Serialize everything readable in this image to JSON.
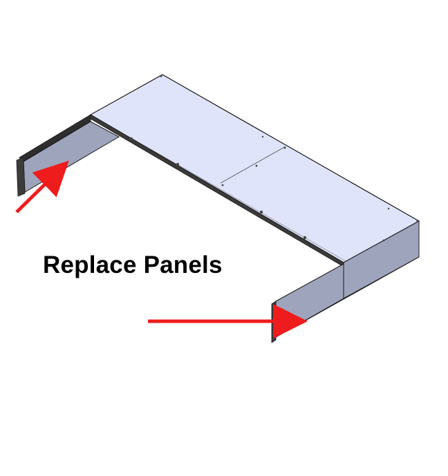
{
  "caption": "Replace Panels",
  "colors": {
    "top_panel": "#dfe4fb",
    "side_panel": "#9ea4bb",
    "edge": "#1a1a1a",
    "arrow": "#ee1c1c"
  },
  "parts": {
    "top_cover": "top-cover-panel",
    "left_end_panel": "left-end-panel",
    "right_end_panel": "right-end-panel",
    "front_rail": "front-rail"
  },
  "arrows": [
    {
      "name": "left-panel-arrow",
      "icon": "arrow-right-up-icon"
    },
    {
      "name": "right-panel-arrow",
      "icon": "arrow-right-icon"
    }
  ]
}
